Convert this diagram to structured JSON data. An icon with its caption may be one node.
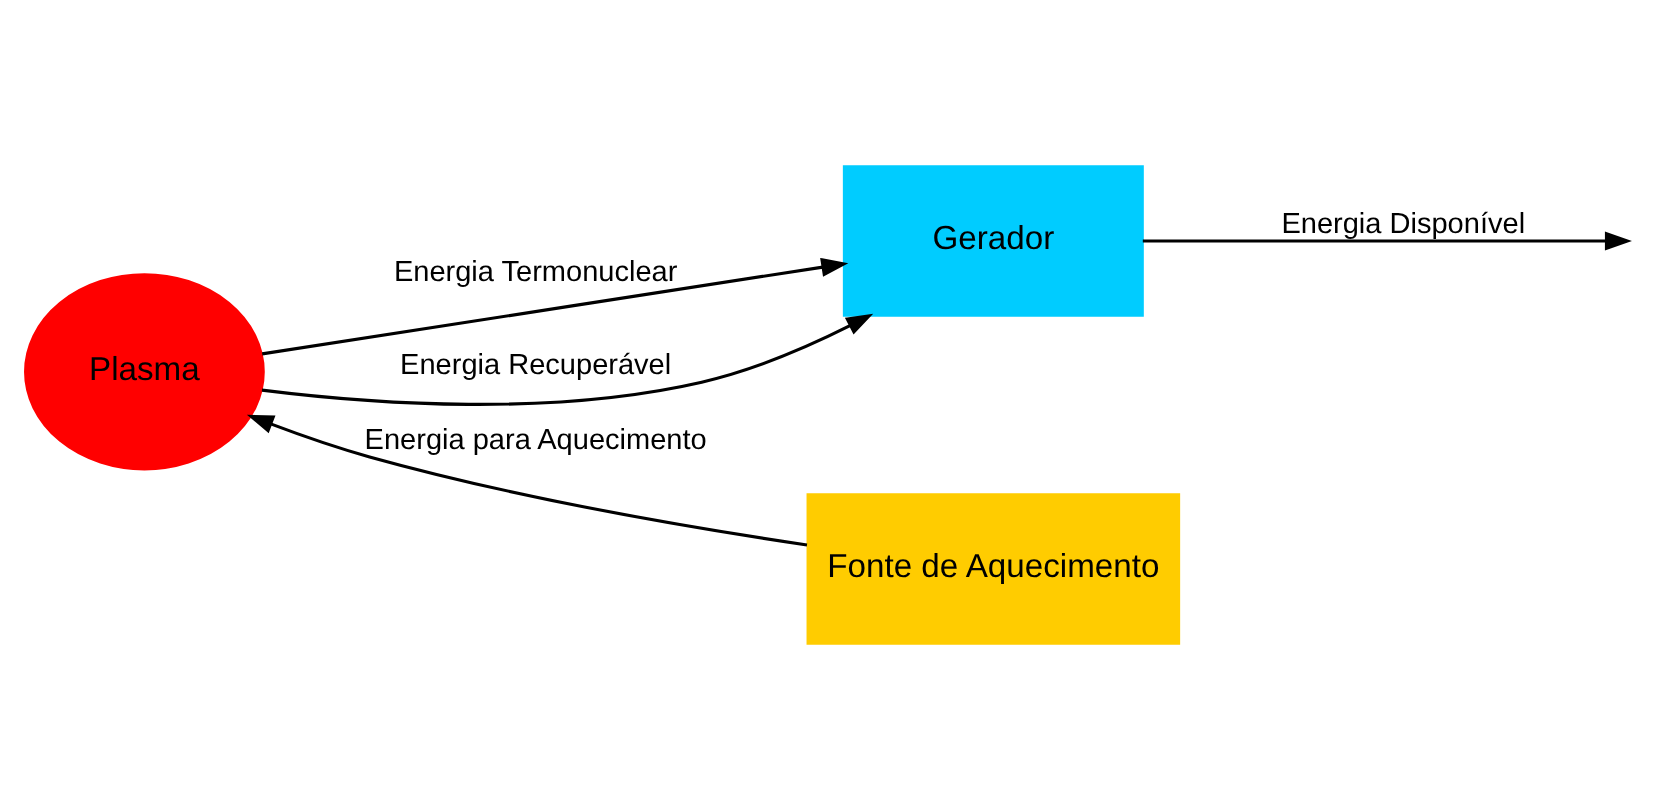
{
  "diagram": {
    "nodes": [
      {
        "text": [
          "Plasma"
        ]
      },
      {
        "text": [
          "Gerador"
        ]
      },
      {
        "text": [
          "Fonte de Aquecimento"
        ]
      }
    ],
    "edges": [
      {
        "from": 0,
        "to": 1,
        "arrow": "to",
        "label": "Energia Termonuclear"
      },
      {
        "from": 0,
        "to": 1,
        "arrow": "to",
        "label": "Energia Recuperável"
      },
      {
        "from": 1,
        "to": null,
        "arrow": "to",
        "label": "Energia Disponível"
      },
      {
        "from": 2,
        "to": 0,
        "arrow": "to",
        "label": "Energia para Aquecimento"
      }
    ]
  }
}
